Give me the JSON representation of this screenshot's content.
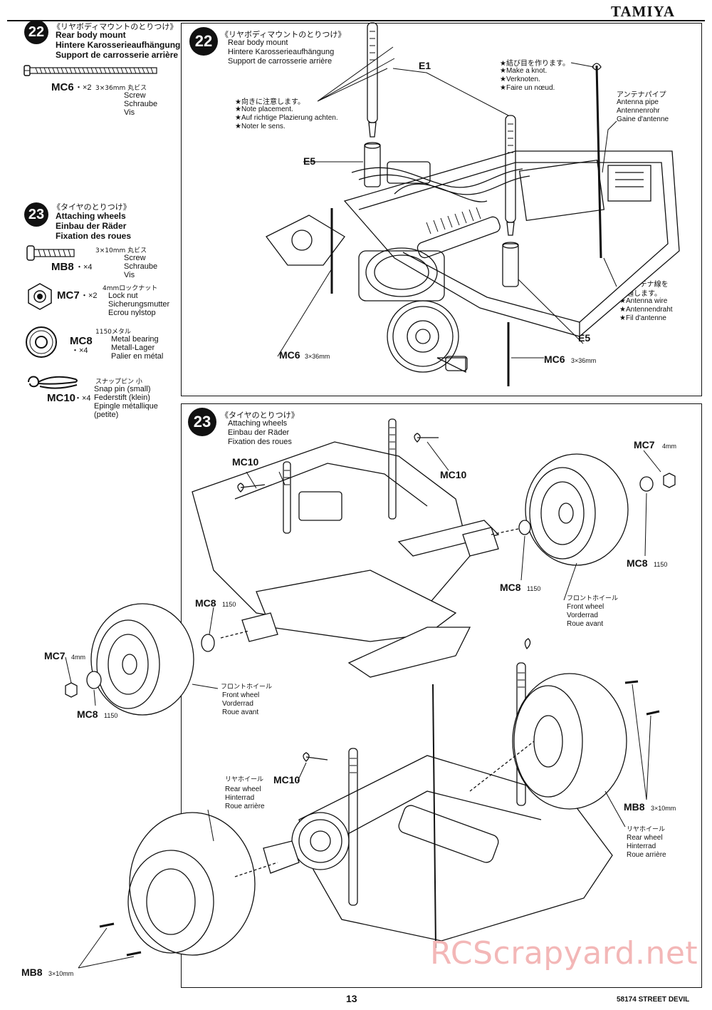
{
  "header": {
    "brand": "TAMIYA"
  },
  "sidebar": {
    "step22": {
      "number": "22",
      "title_jp": "《リヤボディマウントのとりつけ》",
      "title_en": "Rear body mount",
      "title_de": "Hintere Karosserieaufhängung",
      "title_fr": "Support de carrosserie arrière",
      "part": "MC6",
      "qty": "・×2",
      "spec_jp": "3×36mm 丸ビス",
      "names": [
        "Screw",
        "Schraube",
        "Vis"
      ]
    },
    "step23": {
      "number": "23",
      "title_jp": "《タイヤのとりつけ》",
      "title_en": "Attaching wheels",
      "title_de": "Einbau der Räder",
      "title_fr": "Fixation des roues",
      "parts": [
        {
          "part": "MB8",
          "qty": "・×4",
          "spec_jp": "3×10mm 丸ビス",
          "names": [
            "Screw",
            "Schraube",
            "Vis"
          ]
        },
        {
          "part": "MC7",
          "qty": "・×2",
          "spec_jp": "4mmロックナット",
          "names": [
            "Lock nut",
            "Sicherungsmutter",
            "Ecrou nylstop"
          ]
        },
        {
          "part": "MC8",
          "qty": "・×4",
          "spec_jp": "1150メタル",
          "names": [
            "Metal bearing",
            "Metall-Lager",
            "Palier en métal"
          ]
        },
        {
          "part": "MC10",
          "qty": "・×4",
          "spec_jp": "スナップピン 小",
          "names": [
            "Snap pin (small)",
            "Federstift (klein)",
            "Epingle métallique",
            "(petite)"
          ]
        }
      ]
    }
  },
  "panel22": {
    "number": "22",
    "title_jp": "《リヤボディマウントのとりつけ》",
    "title_en": "Rear body mount",
    "title_de": "Hintere Karosserieaufhängung",
    "title_fr": "Support de carrosserie arrière",
    "note_jp": "★向きに注意します。",
    "note_lines": [
      "★Note placement.",
      "★Auf richtige Plazierung achten.",
      "★Noter le sens."
    ],
    "knot_jp": "★結び目を作ります。",
    "knot_lines": [
      "★Make a knot.",
      "★Verknoten.",
      "★Faire un nœud."
    ],
    "pipe_jp": "アンテナパイプ",
    "pipe_lines": [
      "Antenna pipe",
      "Antennenrohr",
      "Gaine d'antenne"
    ],
    "wire_jp": [
      "★アンテナ線を",
      "通します。"
    ],
    "wire_lines": [
      "★Antenna wire",
      "★Antennendraht",
      "★Fil d'antenne"
    ],
    "callouts": {
      "e1": "E1",
      "e5a": "E5",
      "e5b": "E5",
      "mc6a": "MC6",
      "mc6a_spec": "3×36mm",
      "mc6b": "MC6",
      "mc6b_spec": "3×36mm"
    }
  },
  "panel23": {
    "number": "23",
    "title_jp": "《タイヤのとりつけ》",
    "title_en": "Attaching wheels",
    "title_de": "Einbau der Räder",
    "title_fr": "Fixation des roues",
    "callouts": {
      "mc10_a": "MC10",
      "mc10_b": "MC10",
      "mc10_c": "MC10",
      "mc7_a": "MC7",
      "mc7_a_spec": "4mm",
      "mc7_b": "MC7",
      "mc7_b_spec": "4mm",
      "mc8_a": "MC8",
      "mc8_a_spec": "1150",
      "mc8_b": "MC8",
      "mc8_b_spec": "1150",
      "mc8_c": "MC8",
      "mc8_c_spec": "1150",
      "mc8_d": "MC8",
      "mc8_d_spec": "1150",
      "mb8_a": "MB8",
      "mb8_a_spec": "3×10mm",
      "mb8_b": "MB8",
      "mb8_b_spec": "3×10mm"
    },
    "front_wheel_a": {
      "jp": "フロントホイール",
      "lines": [
        "Front wheel",
        "Vorderrad",
        "Roue avant"
      ]
    },
    "front_wheel_b": {
      "jp": "フロントホイール",
      "lines": [
        "Front wheel",
        "Vorderrad",
        "Roue avant"
      ]
    },
    "rear_wheel_a": {
      "jp": "リヤホイール",
      "lines": [
        "Rear wheel",
        "Hinterrad",
        "Roue arrière"
      ]
    },
    "rear_wheel_b": {
      "jp": "リヤホイール",
      "lines": [
        "Rear wheel",
        "Hinterrad",
        "Roue arrière"
      ]
    }
  },
  "footer": {
    "page": "13",
    "model": "58174 STREET DEVIL",
    "watermark": "RCScrapyard.net"
  }
}
